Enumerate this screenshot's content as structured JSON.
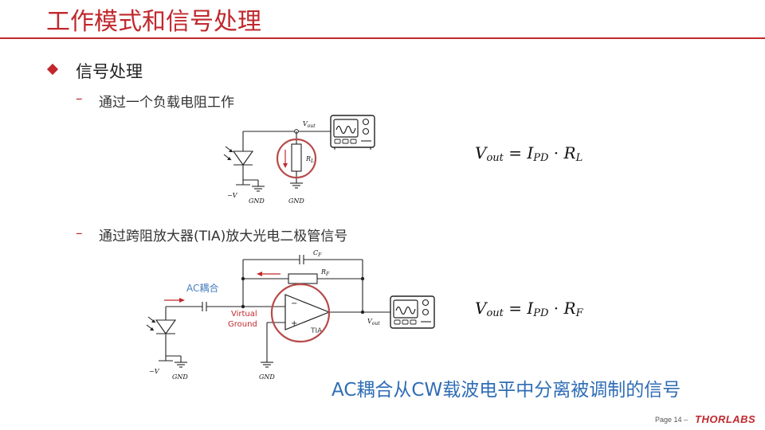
{
  "title": "工作模式和信号处理",
  "bullet": "信号处理",
  "sub1": "通过一个负载电阻工作",
  "sub2": "通过跨阻放大器(TIA)放大光电二极管信号",
  "dash": "–",
  "eq1": {
    "v": "V",
    "vsub": "out",
    "eq": " = ",
    "i": "I",
    "isub": "PD",
    "dot": " · ",
    "r": "R",
    "rsub": "L"
  },
  "eq2": {
    "v": "V",
    "vsub": "out",
    "eq": " = ",
    "i": "I",
    "isub": "PD",
    "dot": " · ",
    "r": "R",
    "rsub": "F"
  },
  "circuit1": {
    "vout": "V",
    "vout_sub": "out",
    "rl": "R",
    "rl_sub": "L",
    "neg_v": "−V",
    "gnd1": "GND",
    "gnd2": "GND"
  },
  "circuit2": {
    "ac": "AC耦合",
    "vg1": "Virtual",
    "vg2": "Ground",
    "cf": "C",
    "cf_sub": "F",
    "rf": "R",
    "rf_sub": "F",
    "tia": "TIA",
    "minus": "−",
    "plus": "+",
    "vout": "V",
    "vout_sub": "out",
    "neg_v": "−V",
    "gnd1": "GND",
    "gnd2": "GND"
  },
  "callout": "AC耦合从CW载波电平中分离被调制的信号",
  "footer": {
    "page": "Page 14 –",
    "logo": "THORLABS"
  },
  "colors": {
    "accent": "#c0282d",
    "blue": "#2f6db5",
    "text": "#222222"
  }
}
